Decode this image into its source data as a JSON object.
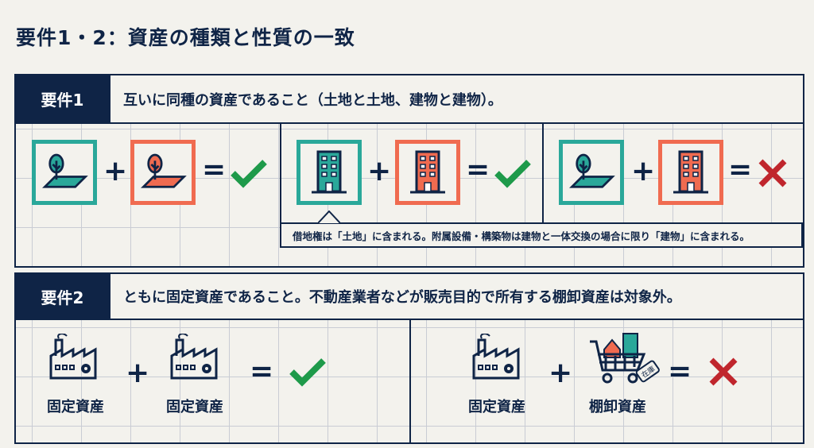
{
  "title": "要件1・2：資産の種類と性質の一致",
  "req1": {
    "label": "要件1",
    "text": "互いに同種の資産であること（土地と土地、建物と建物）。",
    "note": "借地権は「土地」に含まれる。附属設備・構築物は建物と一体交換の場合に限り「建物」に含まれる。"
  },
  "req2": {
    "label": "要件2",
    "text": "ともに固定資産であること。不動産業者などが販売目的で所有する棚卸資産は対象外。",
    "cap_fixed": "固定資産",
    "cap_inventory": "棚卸資産",
    "tag": "在庫"
  },
  "ops": {
    "plus": "+",
    "equals": "="
  },
  "colors": {
    "navy": "#0f2446",
    "teal": "#2aa89a",
    "coral": "#f06b50",
    "green": "#1e9a4a",
    "red": "#c0262d"
  }
}
